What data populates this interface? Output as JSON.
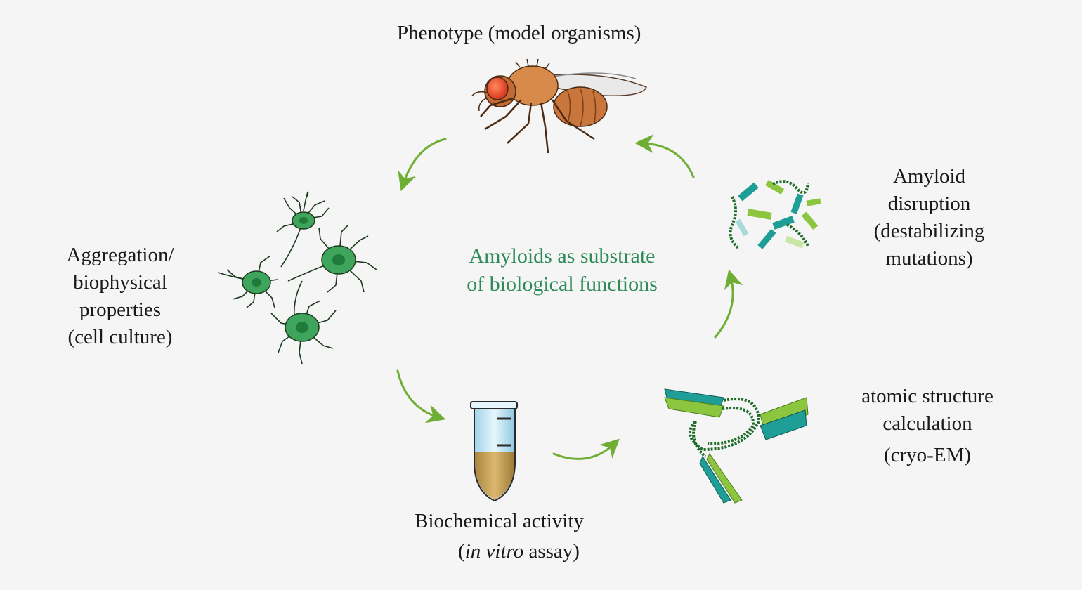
{
  "labels": {
    "phenotype": "Phenotype (model organisms)",
    "aggregation": [
      "Aggregation/",
      "biophysical",
      "properties",
      "(cell culture)"
    ],
    "biochemical": "Biochemical activity",
    "assay_italic": "in vitro",
    "assay_rest": " assay)",
    "assay_open": "(",
    "atomic": [
      "atomic structure",
      "calculation",
      "(cryo-EM)"
    ],
    "disruption": [
      "Amyloid",
      "disruption",
      "(destabilizing",
      "mutations)"
    ]
  },
  "center": {
    "line1": "Amyloids as substrate",
    "line2": "of biological functions"
  },
  "colors": {
    "center_text": "#2e8b57",
    "arrow": "#6fae35",
    "neuron": "#3fa45c",
    "strand_teal": "#1f9e98",
    "strand_green": "#8cc63f",
    "fly_body": "#c8763c",
    "fly_eye": "#e8442a",
    "tube_liquid": "#c9a35a",
    "tube_glass": "#bfe3f2"
  }
}
